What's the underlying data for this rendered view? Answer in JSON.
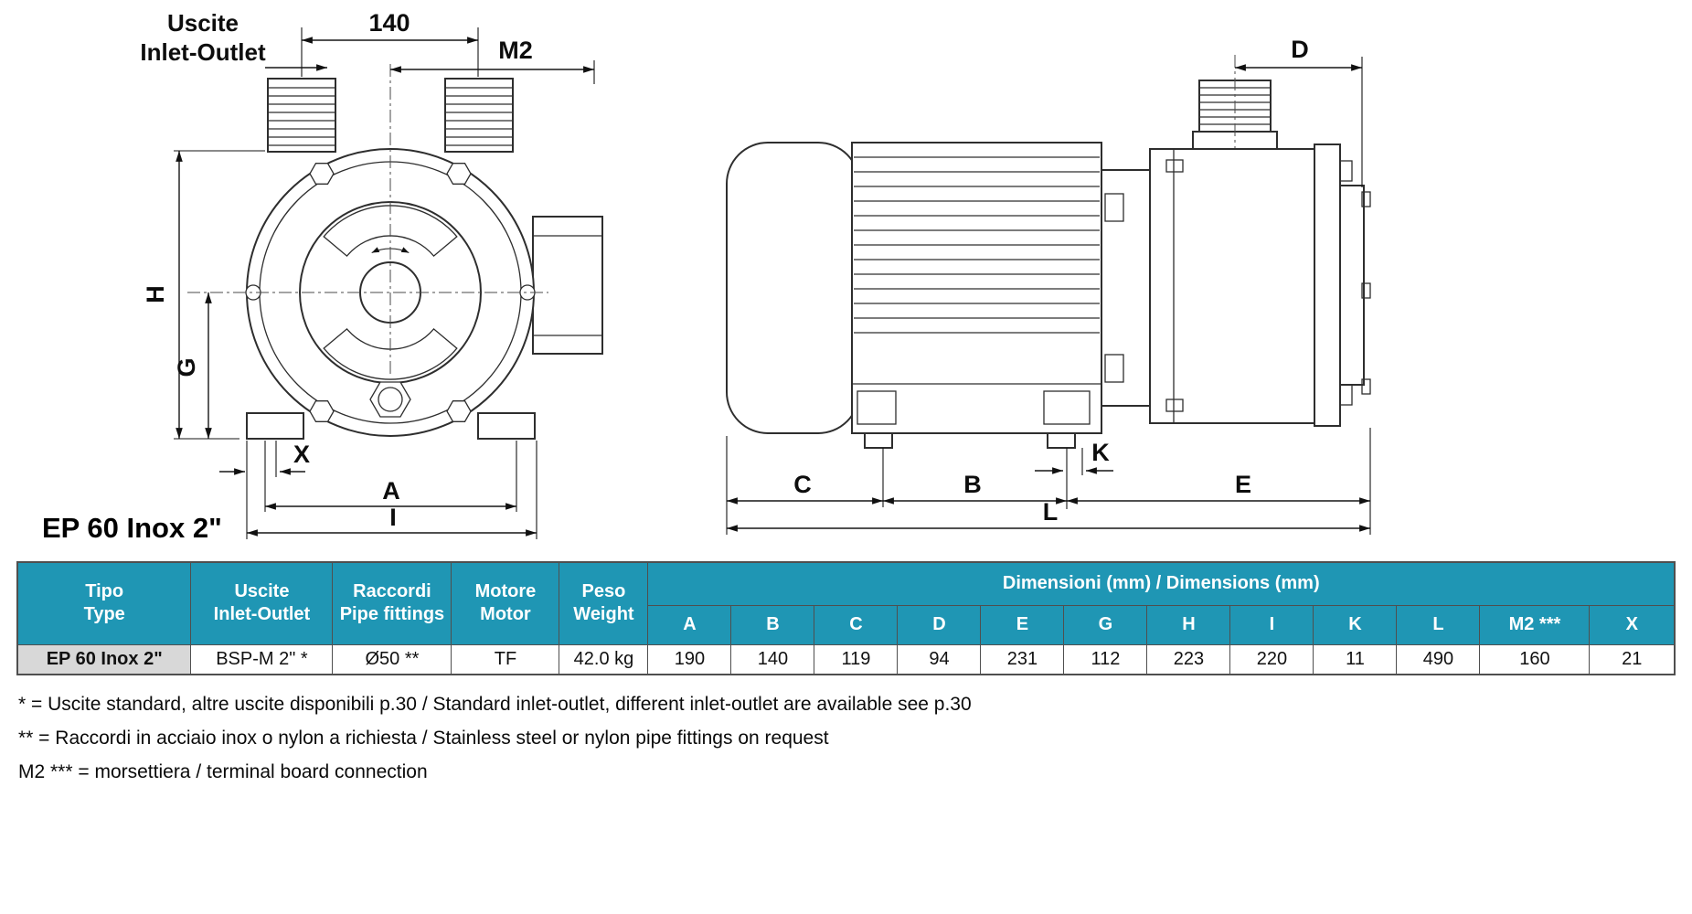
{
  "colors": {
    "table_header_bg": "#1f96b4",
    "row_label_bg": "#d8d8d8",
    "line": "#2e2e2e"
  },
  "drawing": {
    "title": "EP 60 Inox 2\"",
    "front_view": {
      "labels": {
        "uscite": "Uscite",
        "inlet_outlet": "Inlet-Outlet"
      },
      "dims": {
        "width_140": "140",
        "m2": "M2",
        "h": "H",
        "g": "G",
        "x": "X",
        "a": "A",
        "i": "I"
      }
    },
    "side_view": {
      "dims": {
        "d": "D",
        "c": "C",
        "b": "B",
        "k": "K",
        "e": "E",
        "l": "L"
      }
    }
  },
  "table": {
    "col_headers": [
      {
        "line1": "Tipo",
        "line2": "Type"
      },
      {
        "line1": "Uscite",
        "line2": "Inlet-Outlet"
      },
      {
        "line1": "Raccordi",
        "line2": "Pipe fittings"
      },
      {
        "line1": "Motore",
        "line2": "Motor"
      },
      {
        "line1": "Peso",
        "line2": "Weight"
      }
    ],
    "dimensions_header": "Dimensioni (mm) / Dimensions (mm)",
    "dim_cols": [
      "A",
      "B",
      "C",
      "D",
      "E",
      "G",
      "H",
      "I",
      "K",
      "L",
      "M2 ***",
      "X"
    ],
    "row": {
      "tipo": "EP 60 Inox 2\"",
      "uscite": "BSP-M 2\" *",
      "raccordi": "Ø50 **",
      "motore": "TF",
      "peso": "42.0 kg",
      "dims": [
        "190",
        "140",
        "119",
        "94",
        "231",
        "112",
        "223",
        "220",
        "11",
        "490",
        "160",
        "21"
      ]
    }
  },
  "footnotes": [
    "* = Uscite standard, altre uscite disponibili p.30 / Standard inlet-outlet, different inlet-outlet are available see p.30",
    "** = Raccordi in acciaio inox o nylon a richiesta / Stainless steel or nylon pipe fittings on request",
    "M2 *** = morsettiera / terminal board connection"
  ]
}
